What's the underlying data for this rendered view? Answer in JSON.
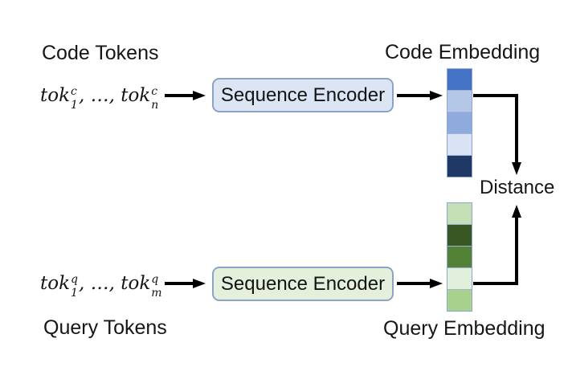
{
  "diagram": {
    "code_row": {
      "tokens_label": "Code Tokens",
      "math": [
        {
          "t": "tok"
        },
        {
          "sub": "1",
          "sup": "c"
        },
        {
          "t": ", …, tok"
        },
        {
          "sub": "n",
          "sup": "c"
        }
      ],
      "encoder_label": "Sequence Encoder",
      "embedding_label": "Code Embedding",
      "embedding_colors": [
        "#4472c4",
        "#b4c7e7",
        "#8faadc",
        "#dae3f3",
        "#203864"
      ]
    },
    "query_row": {
      "tokens_label": "Query Tokens",
      "math": [
        {
          "t": "tok"
        },
        {
          "sub": "1",
          "sup": "q"
        },
        {
          "t": ", …, tok"
        },
        {
          "sub": "m",
          "sup": "q"
        }
      ],
      "encoder_label": "Sequence Encoder",
      "embedding_label": "Query Embedding",
      "embedding_colors": [
        "#c5e0b4",
        "#385723",
        "#538135",
        "#e2efda",
        "#a9d18e"
      ]
    },
    "distance_label": "Distance",
    "colors": {
      "encoder_code_fill": "#dbe5f3",
      "encoder_query_fill": "#e4efdc",
      "encoder_border": "#8da3c6",
      "embedding_border": "#8fa7d0",
      "arrow": "#000000"
    }
  }
}
